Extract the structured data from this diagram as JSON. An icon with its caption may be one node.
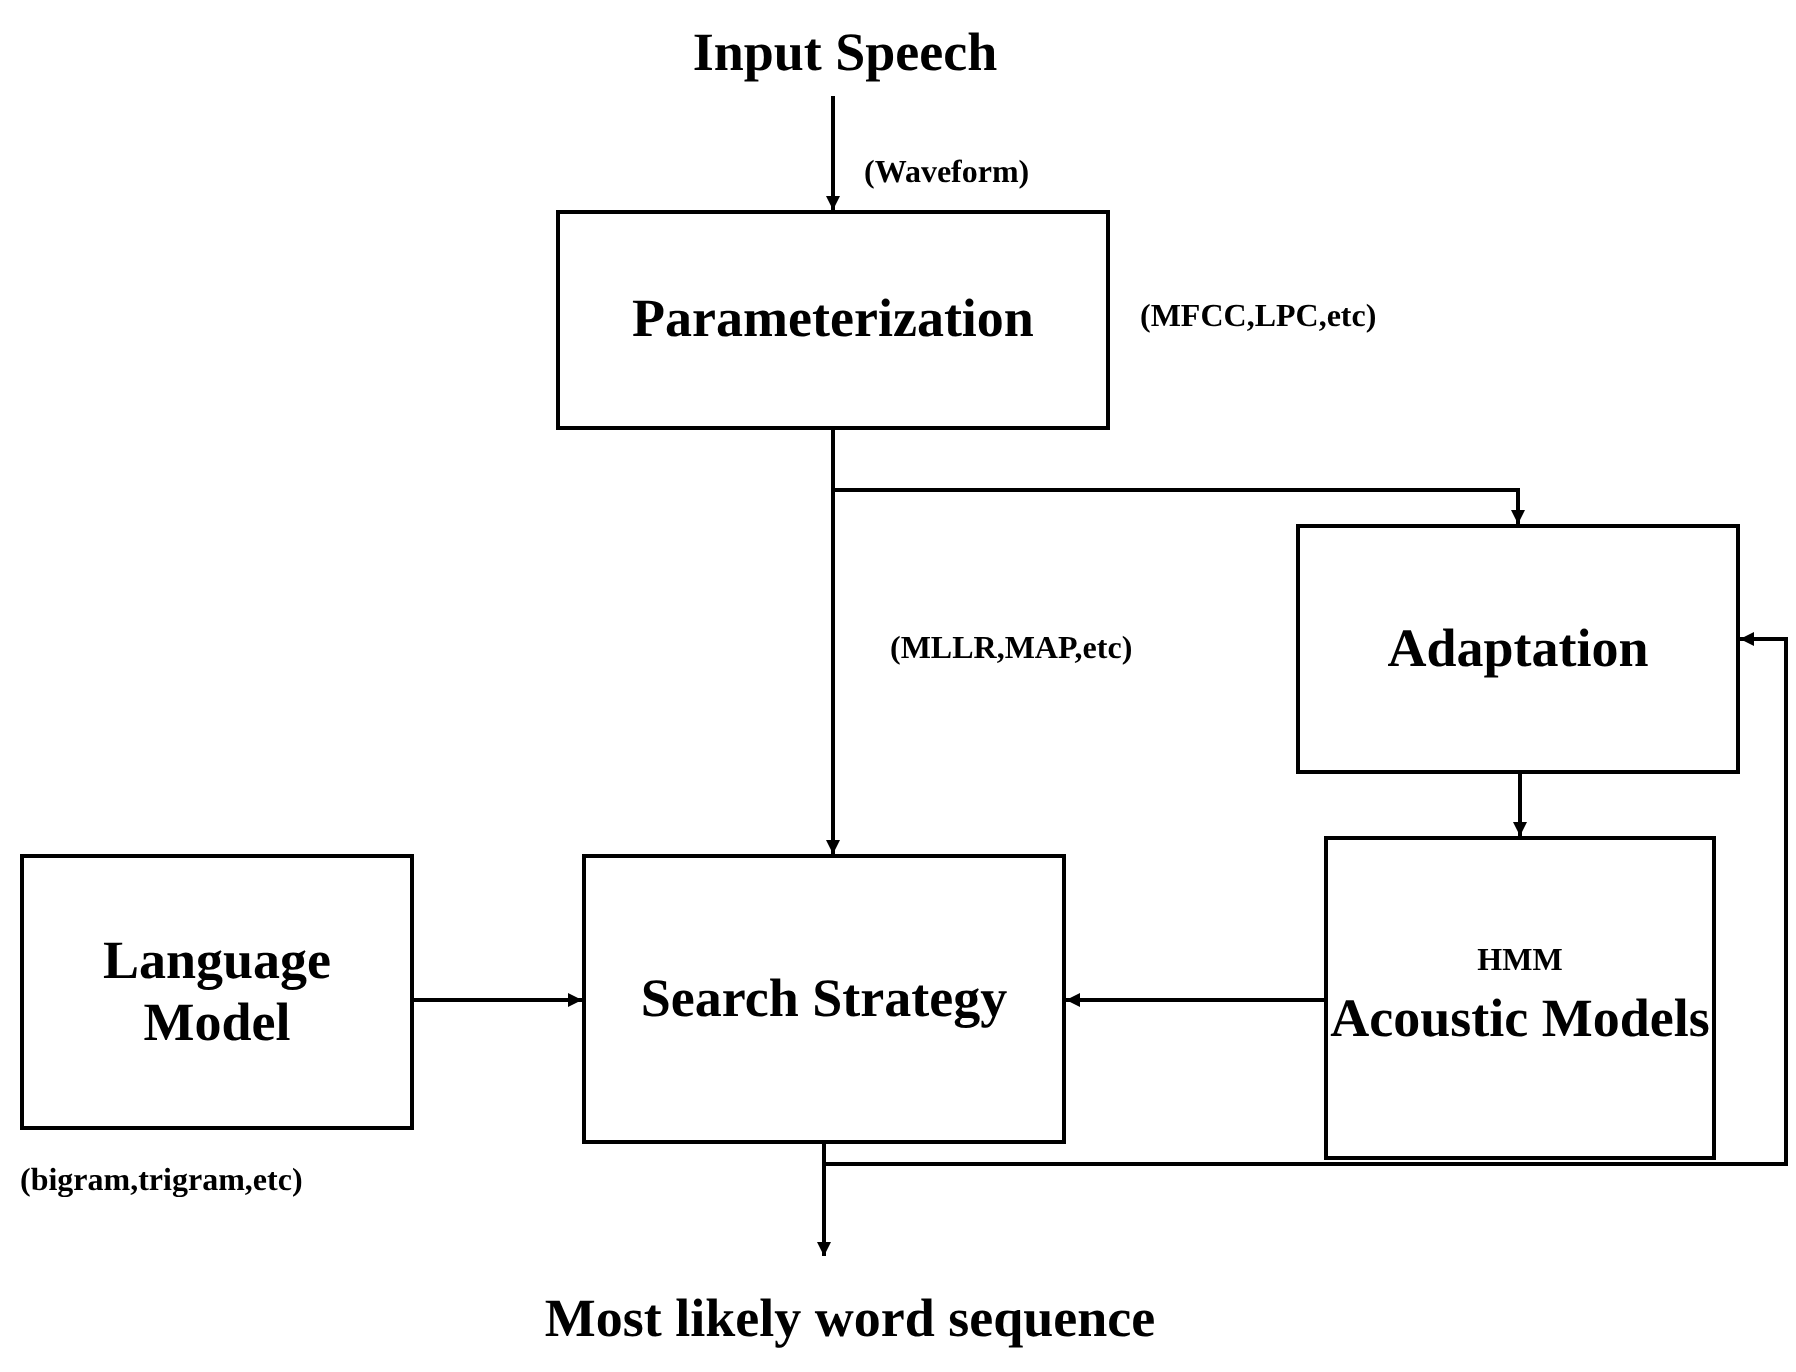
{
  "diagram": {
    "nodes": [
      {
        "text": [
          "Input Speech"
        ]
      },
      {
        "text": [
          "Parameterization"
        ],
        "beside": [
          "(MFCC,LPC,etc)"
        ]
      },
      {
        "text": [
          "Adaptation"
        ]
      },
      {
        "text": [
          "Language Model"
        ],
        "beside": [
          "(bigram,trigram,etc)"
        ]
      },
      {
        "text": [
          "Search Strategy"
        ]
      },
      {
        "text": [
          "HMM",
          "Acoustic Models"
        ]
      },
      {
        "text": [
          "Most likely word sequence"
        ]
      }
    ],
    "edges": [
      {
        "from": 0,
        "to": 1,
        "arrow": "to",
        "label": "(Waveform)"
      },
      {
        "from": 1,
        "to": 4,
        "arrow": "to"
      },
      {
        "from": 1,
        "to": 2,
        "arrow": "to"
      },
      {
        "from": 2,
        "to": 5,
        "arrow": "to"
      },
      {
        "from": 5,
        "to": 4,
        "arrow": "to"
      },
      {
        "from": 3,
        "to": 4,
        "arrow": "to"
      },
      {
        "from": 4,
        "to": 6,
        "arrow": "to"
      },
      {
        "from": 4,
        "to": 2,
        "arrow": "to"
      }
    ],
    "labels": [
      "(MLLR,MAP,etc)"
    ]
  }
}
